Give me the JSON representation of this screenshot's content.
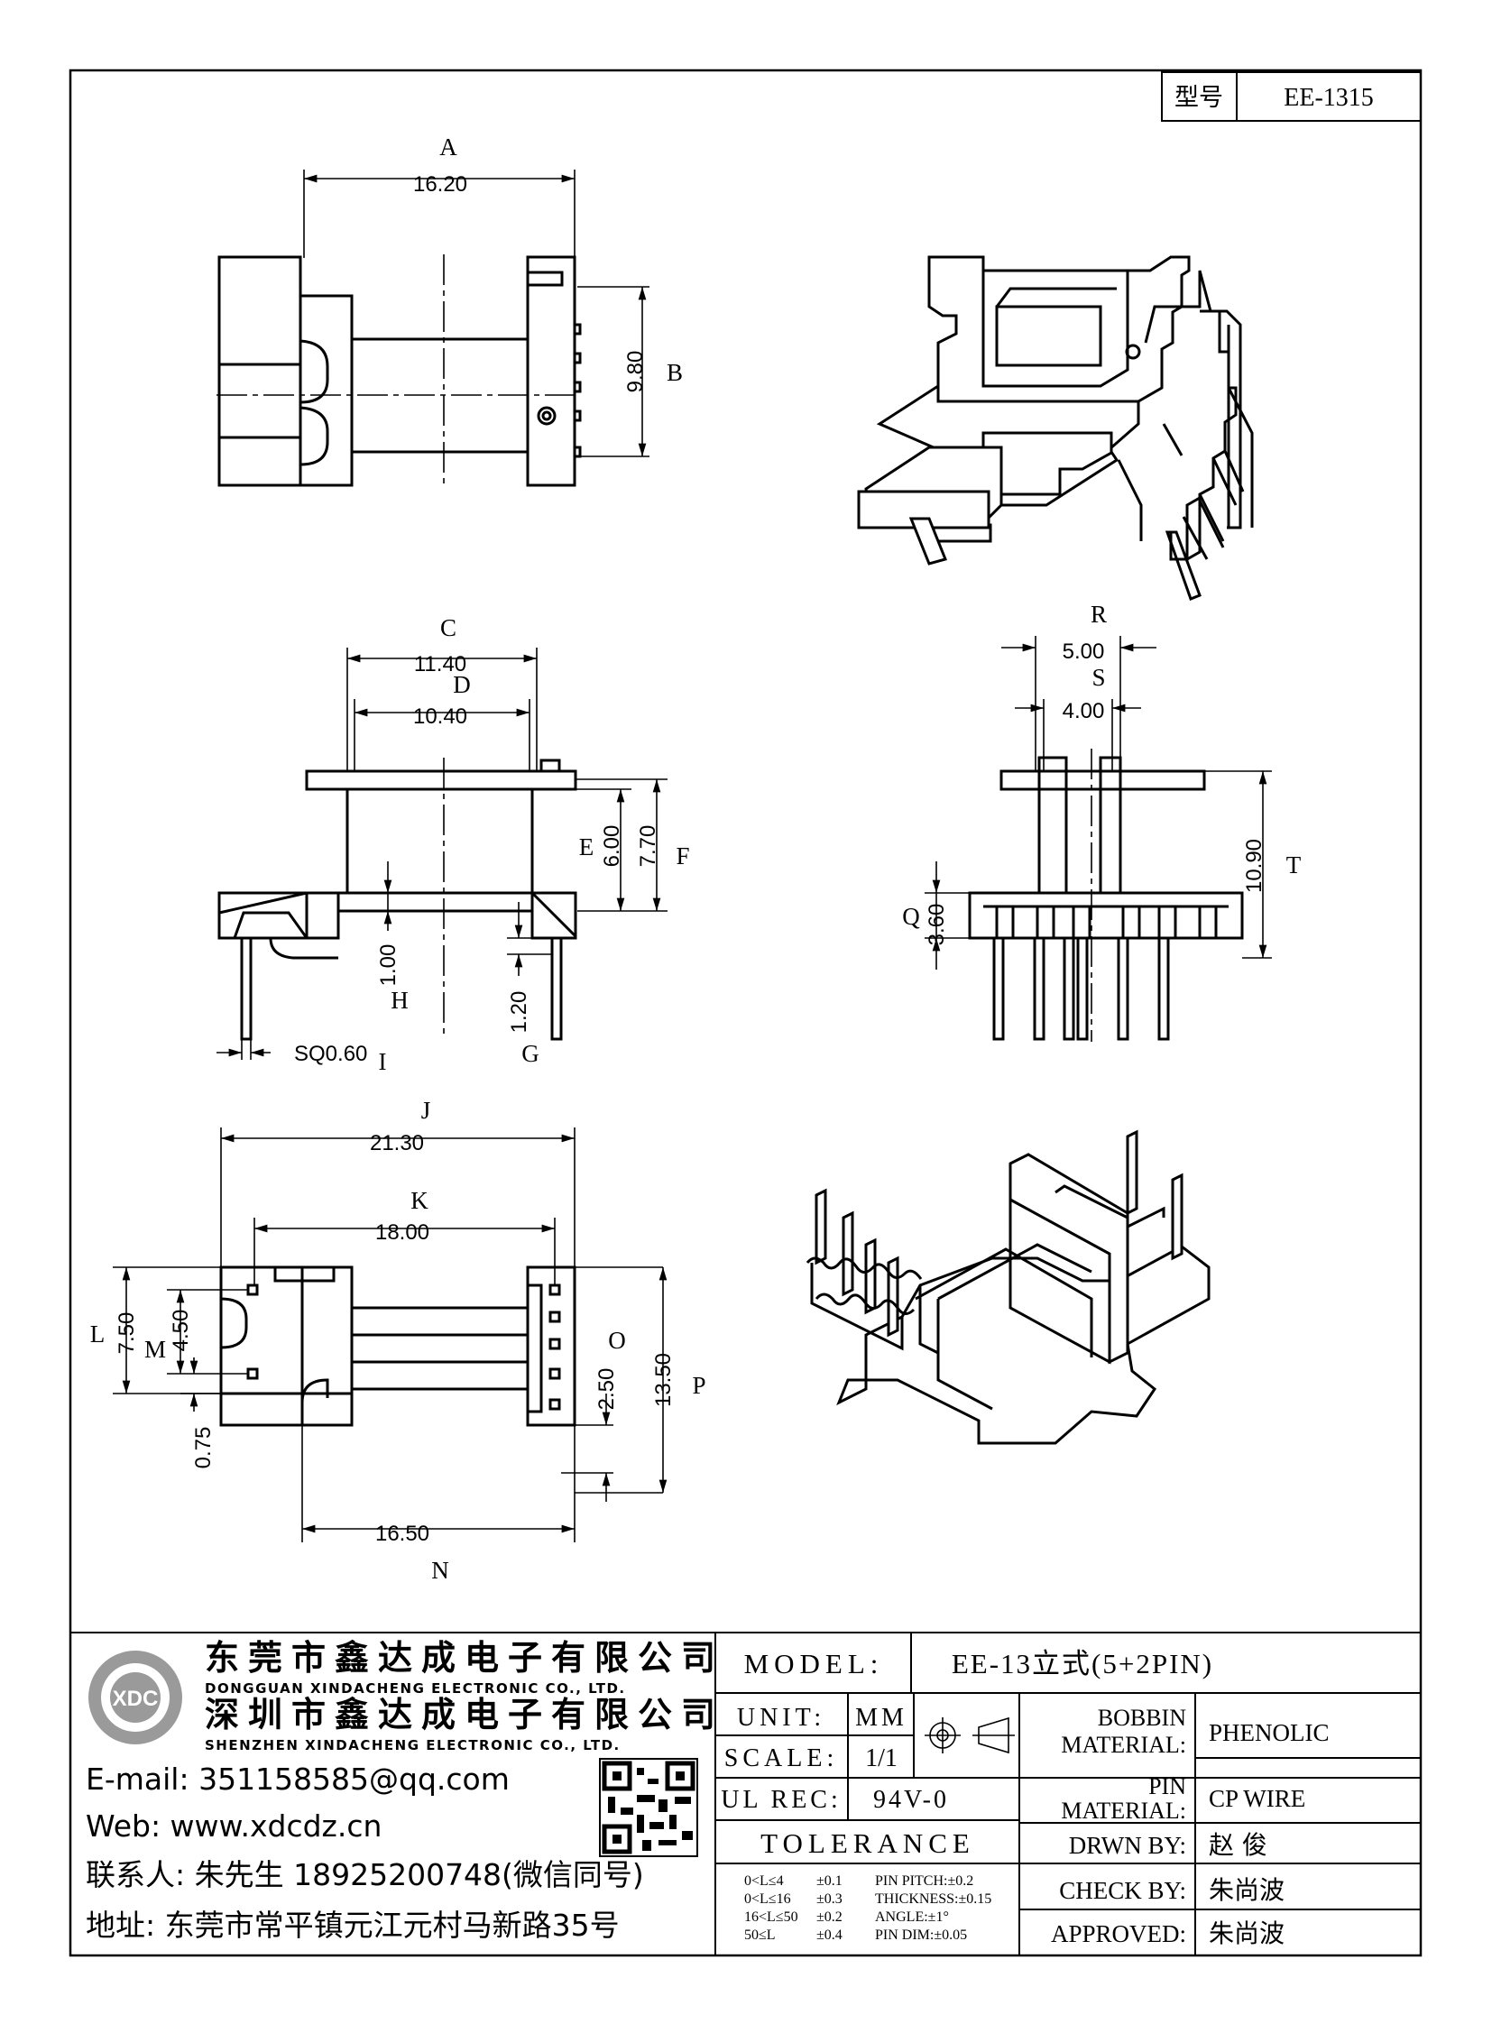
{
  "header": {
    "type_label": "型号",
    "model_number": "EE-1315"
  },
  "dimensions": {
    "A": {
      "letter": "A",
      "value": "16.20"
    },
    "B": {
      "letter": "B",
      "value": "9.80"
    },
    "C": {
      "letter": "C",
      "value": "11.40"
    },
    "D": {
      "letter": "D",
      "value": "10.40"
    },
    "E": {
      "letter": "E",
      "value": "6.00"
    },
    "F": {
      "letter": "F",
      "value": "7.70"
    },
    "G": {
      "letter": "G",
      "value": "1.20"
    },
    "H": {
      "letter": "H",
      "value": "1.00"
    },
    "I": {
      "letter": "I",
      "value": "SQ0.60"
    },
    "J": {
      "letter": "J",
      "value": "21.30"
    },
    "K": {
      "letter": "K",
      "value": "18.00"
    },
    "L": {
      "letter": "L",
      "value": "7.50"
    },
    "M": {
      "letter": "M",
      "value": "4.50"
    },
    "M2": {
      "letter": "",
      "value": "0.75"
    },
    "N": {
      "letter": "N",
      "value": "16.50"
    },
    "O": {
      "letter": "O",
      "value": "2.50"
    },
    "P": {
      "letter": "P",
      "value": "13.50"
    },
    "Q": {
      "letter": "Q",
      "value": "3.60"
    },
    "R": {
      "letter": "R",
      "value": "5.00"
    },
    "S": {
      "letter": "S",
      "value": "4.00"
    },
    "T": {
      "letter": "T",
      "value": "10.90"
    }
  },
  "company": {
    "name_dg": "东莞市鑫达成电子有限公司",
    "name_dg_en": "DONGGUAN XINDACHENG ELECTRONIC CO., LTD.",
    "name_sz": "深圳市鑫达成电子有限公司",
    "name_sz_en": "SHENZHEN XINDACHENG ELECTRONIC CO., LTD.",
    "logo_text": "XDC",
    "email": "E-mail: 351158585@qq.com",
    "web": "Web: www.xdcdz.cn",
    "contact": "联系人: 朱先生 18925200748(微信同号)",
    "address": "地址: 东莞市常平镇元江元村马新路35号"
  },
  "title_block": {
    "model_label": "MODEL:",
    "model_value": "EE-13立式(5+2PIN)",
    "unit_label": "UNIT:",
    "unit_value": "MM",
    "scale_label": "SCALE:",
    "scale_value": "1/1",
    "ulrec_label": "UL REC:",
    "ulrec_value": "94V-0",
    "tolerance_label": "TOLERANCE",
    "tolerances": [
      {
        "range": "0<L≤4",
        "tol": "±0.1",
        "spec": "PIN PITCH:±0.2"
      },
      {
        "range": "0<L≤16",
        "tol": "±0.3",
        "spec": "THICKNESS:±0.15"
      },
      {
        "range": "16<L≤50",
        "tol": "±0.2",
        "spec": "ANGLE:±1°"
      },
      {
        "range": "50≤L",
        "tol": "±0.4",
        "spec": "PIN DIM:±0.05"
      }
    ],
    "bobbin_label_1": "BOBBIN",
    "bobbin_label_2": "MATERIAL:",
    "bobbin_value": "PHENOLIC",
    "pin_label_1": "PIN",
    "pin_label_2": "MATERIAL:",
    "pin_value": "CP WIRE",
    "drawn_label": "DRWN BY:",
    "drawn_value": "赵 俊",
    "check_label": "CHECK BY:",
    "check_value": "朱尚波",
    "approved_label": "APPROVED:",
    "approved_value": "朱尚波"
  }
}
